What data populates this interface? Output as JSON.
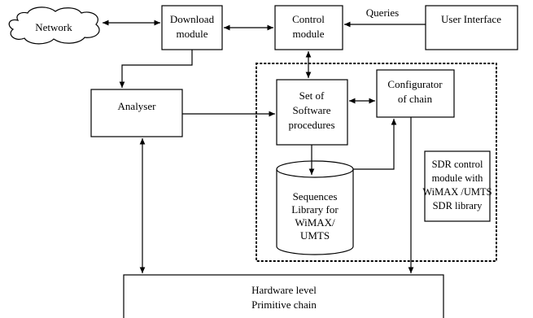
{
  "nodes": {
    "network": "Network",
    "download_module": [
      "Download",
      "module"
    ],
    "control_module": [
      "Control",
      "module"
    ],
    "user_interface": "User Interface",
    "analyser": "Analyser",
    "software_procedures": [
      "Set of",
      "Software",
      "procedures"
    ],
    "configurator": [
      "Configurator",
      "of chain"
    ],
    "sequences_library": [
      "Sequences",
      "Library for",
      "WiMAX/",
      "UMTS"
    ],
    "sdr_control": [
      "SDR control",
      "module with",
      "WiMAX /UMTS",
      "SDR library"
    ],
    "hardware": [
      "Hardware level",
      "Primitive chain"
    ]
  },
  "edge_labels": {
    "queries": "Queries"
  }
}
